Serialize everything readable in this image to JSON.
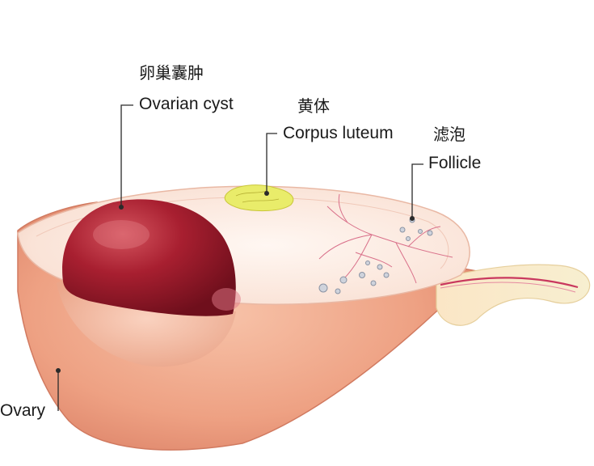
{
  "labels": {
    "ovarian_cyst": {
      "zh": "卵巢囊肿",
      "en": "Ovarian cyst"
    },
    "corpus_luteum": {
      "zh": "黄体",
      "en": "Corpus luteum"
    },
    "follicle": {
      "zh": "滤泡",
      "en": "Follicle"
    },
    "ovary": {
      "en": "Ovary"
    }
  },
  "colors": {
    "ovary_outer": "#eea183",
    "ovary_cut_surface": "#fbe9df",
    "cyst": "#a01c2c",
    "corpus_luteum": "#e9ec6a",
    "ligament": "#f6edc6",
    "vessel": "#c9385e",
    "leader_line": "#2a2a2a"
  }
}
